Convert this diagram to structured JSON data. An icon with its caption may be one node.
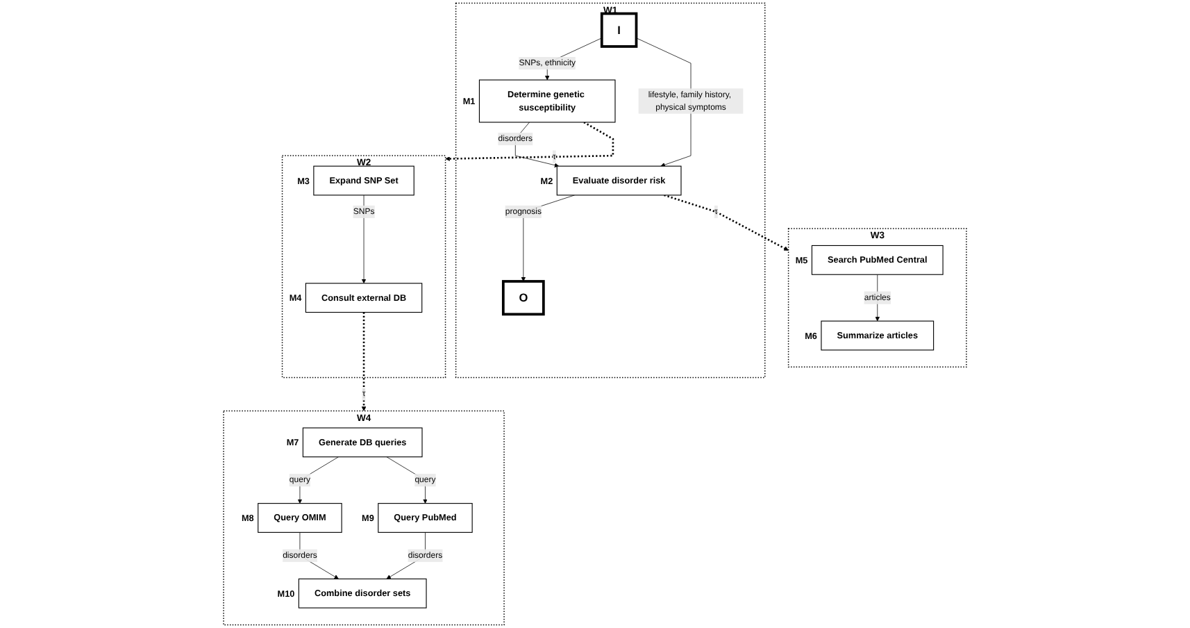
{
  "diagram": {
    "nodes": [
      {
        "text": [
          "W1"
        ]
      },
      {
        "text": [
          "I"
        ],
        "in": 0
      },
      {
        "text": [
          "Determine genetic susceptibility"
        ],
        "in": 0,
        "beside": [
          "M1"
        ]
      },
      {
        "text": [
          "Evaluate disorder risk"
        ],
        "in": 0,
        "beside": [
          "M2"
        ]
      },
      {
        "text": [
          "O"
        ],
        "in": 0
      },
      {
        "text": [
          "W2"
        ]
      },
      {
        "text": [
          "Expand SNP Set"
        ],
        "in": 5,
        "beside": [
          "M3"
        ]
      },
      {
        "text": [
          "Consult external DB"
        ],
        "in": 5,
        "beside": [
          "M4"
        ]
      },
      {
        "text": [
          "W3"
        ]
      },
      {
        "text": [
          "Search PubMed Central"
        ],
        "in": 8,
        "beside": [
          "M5"
        ]
      },
      {
        "text": [
          "Summarize articles"
        ],
        "in": 8,
        "beside": [
          "M6"
        ]
      },
      {
        "text": [
          "W4"
        ]
      },
      {
        "text": [
          "Generate DB queries"
        ],
        "in": 11,
        "beside": [
          "M7"
        ]
      },
      {
        "text": [
          "Query OMIM"
        ],
        "in": 11,
        "beside": [
          "M8"
        ]
      },
      {
        "text": [
          "Query PubMed"
        ],
        "in": 11,
        "beside": [
          "M9"
        ]
      },
      {
        "text": [
          "Combine disorder sets"
        ],
        "in": 11,
        "beside": [
          "M10"
        ]
      }
    ],
    "edges": [
      {
        "from": 1,
        "to": 2,
        "arrow": "to",
        "label": "SNPs, ethnicity"
      },
      {
        "from": 1,
        "to": 3,
        "arrow": "to",
        "label": "lifestyle, family history, physical symptoms"
      },
      {
        "from": 2,
        "to": 3,
        "arrow": "to",
        "label": "disorders"
      },
      {
        "from": 3,
        "to": 4,
        "arrow": "to",
        "label": "prognosis"
      },
      {
        "from": 2,
        "to": 5,
        "arrow": "to",
        "label": "τ",
        "style": "dashed"
      },
      {
        "from": 3,
        "to": 8,
        "arrow": "to",
        "label": "τ",
        "style": "dashed"
      },
      {
        "from": 6,
        "to": 7,
        "arrow": "to",
        "label": "SNPs"
      },
      {
        "from": 9,
        "to": 10,
        "arrow": "to",
        "label": "articles"
      },
      {
        "from": 7,
        "to": 11,
        "arrow": "to",
        "label": "τ",
        "style": "dashed"
      },
      {
        "from": 12,
        "to": 13,
        "arrow": "to",
        "label": "query"
      },
      {
        "from": 12,
        "to": 14,
        "arrow": "to",
        "label": "query"
      },
      {
        "from": 13,
        "to": 15,
        "arrow": "to",
        "label": "disorders"
      },
      {
        "from": 14,
        "to": 15,
        "arrow": "to",
        "label": "disorders"
      }
    ]
  }
}
